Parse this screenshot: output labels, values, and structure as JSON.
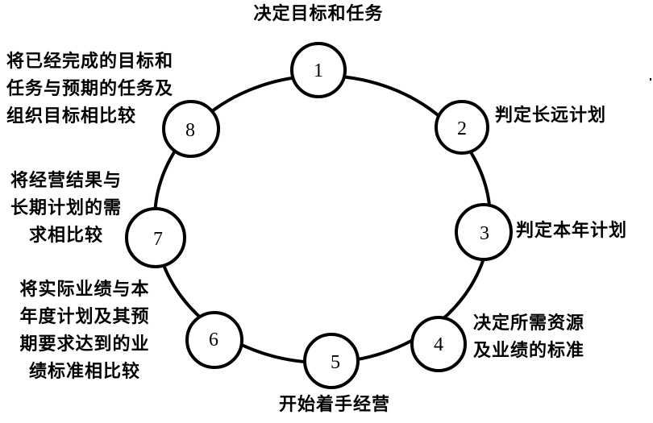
{
  "diagram": {
    "type": "cycle",
    "nodes": [
      {
        "num": "1",
        "label": [
          "决定目标和任务"
        ]
      },
      {
        "num": "2",
        "label": [
          "判定长远计划"
        ]
      },
      {
        "num": "3",
        "label": [
          "判定本年计划"
        ]
      },
      {
        "num": "4",
        "label": [
          "决定所需资源",
          "及业绩的标准"
        ]
      },
      {
        "num": "5",
        "label": [
          "开始着手经营"
        ]
      },
      {
        "num": "6",
        "label": [
          "将实际业绩与本",
          "年度计划及其预",
          "期要求达到的业",
          "绩标准相比较"
        ]
      },
      {
        "num": "7",
        "label": [
          "将经营结果与",
          "长期计划的需",
          "求相比较"
        ]
      },
      {
        "num": "8",
        "label": [
          "将已经完成的目标和",
          "任务与预期的任务及",
          "组织目标相比较"
        ]
      }
    ],
    "colors": {
      "stroke": "#000000",
      "background": "#ffffff"
    }
  }
}
